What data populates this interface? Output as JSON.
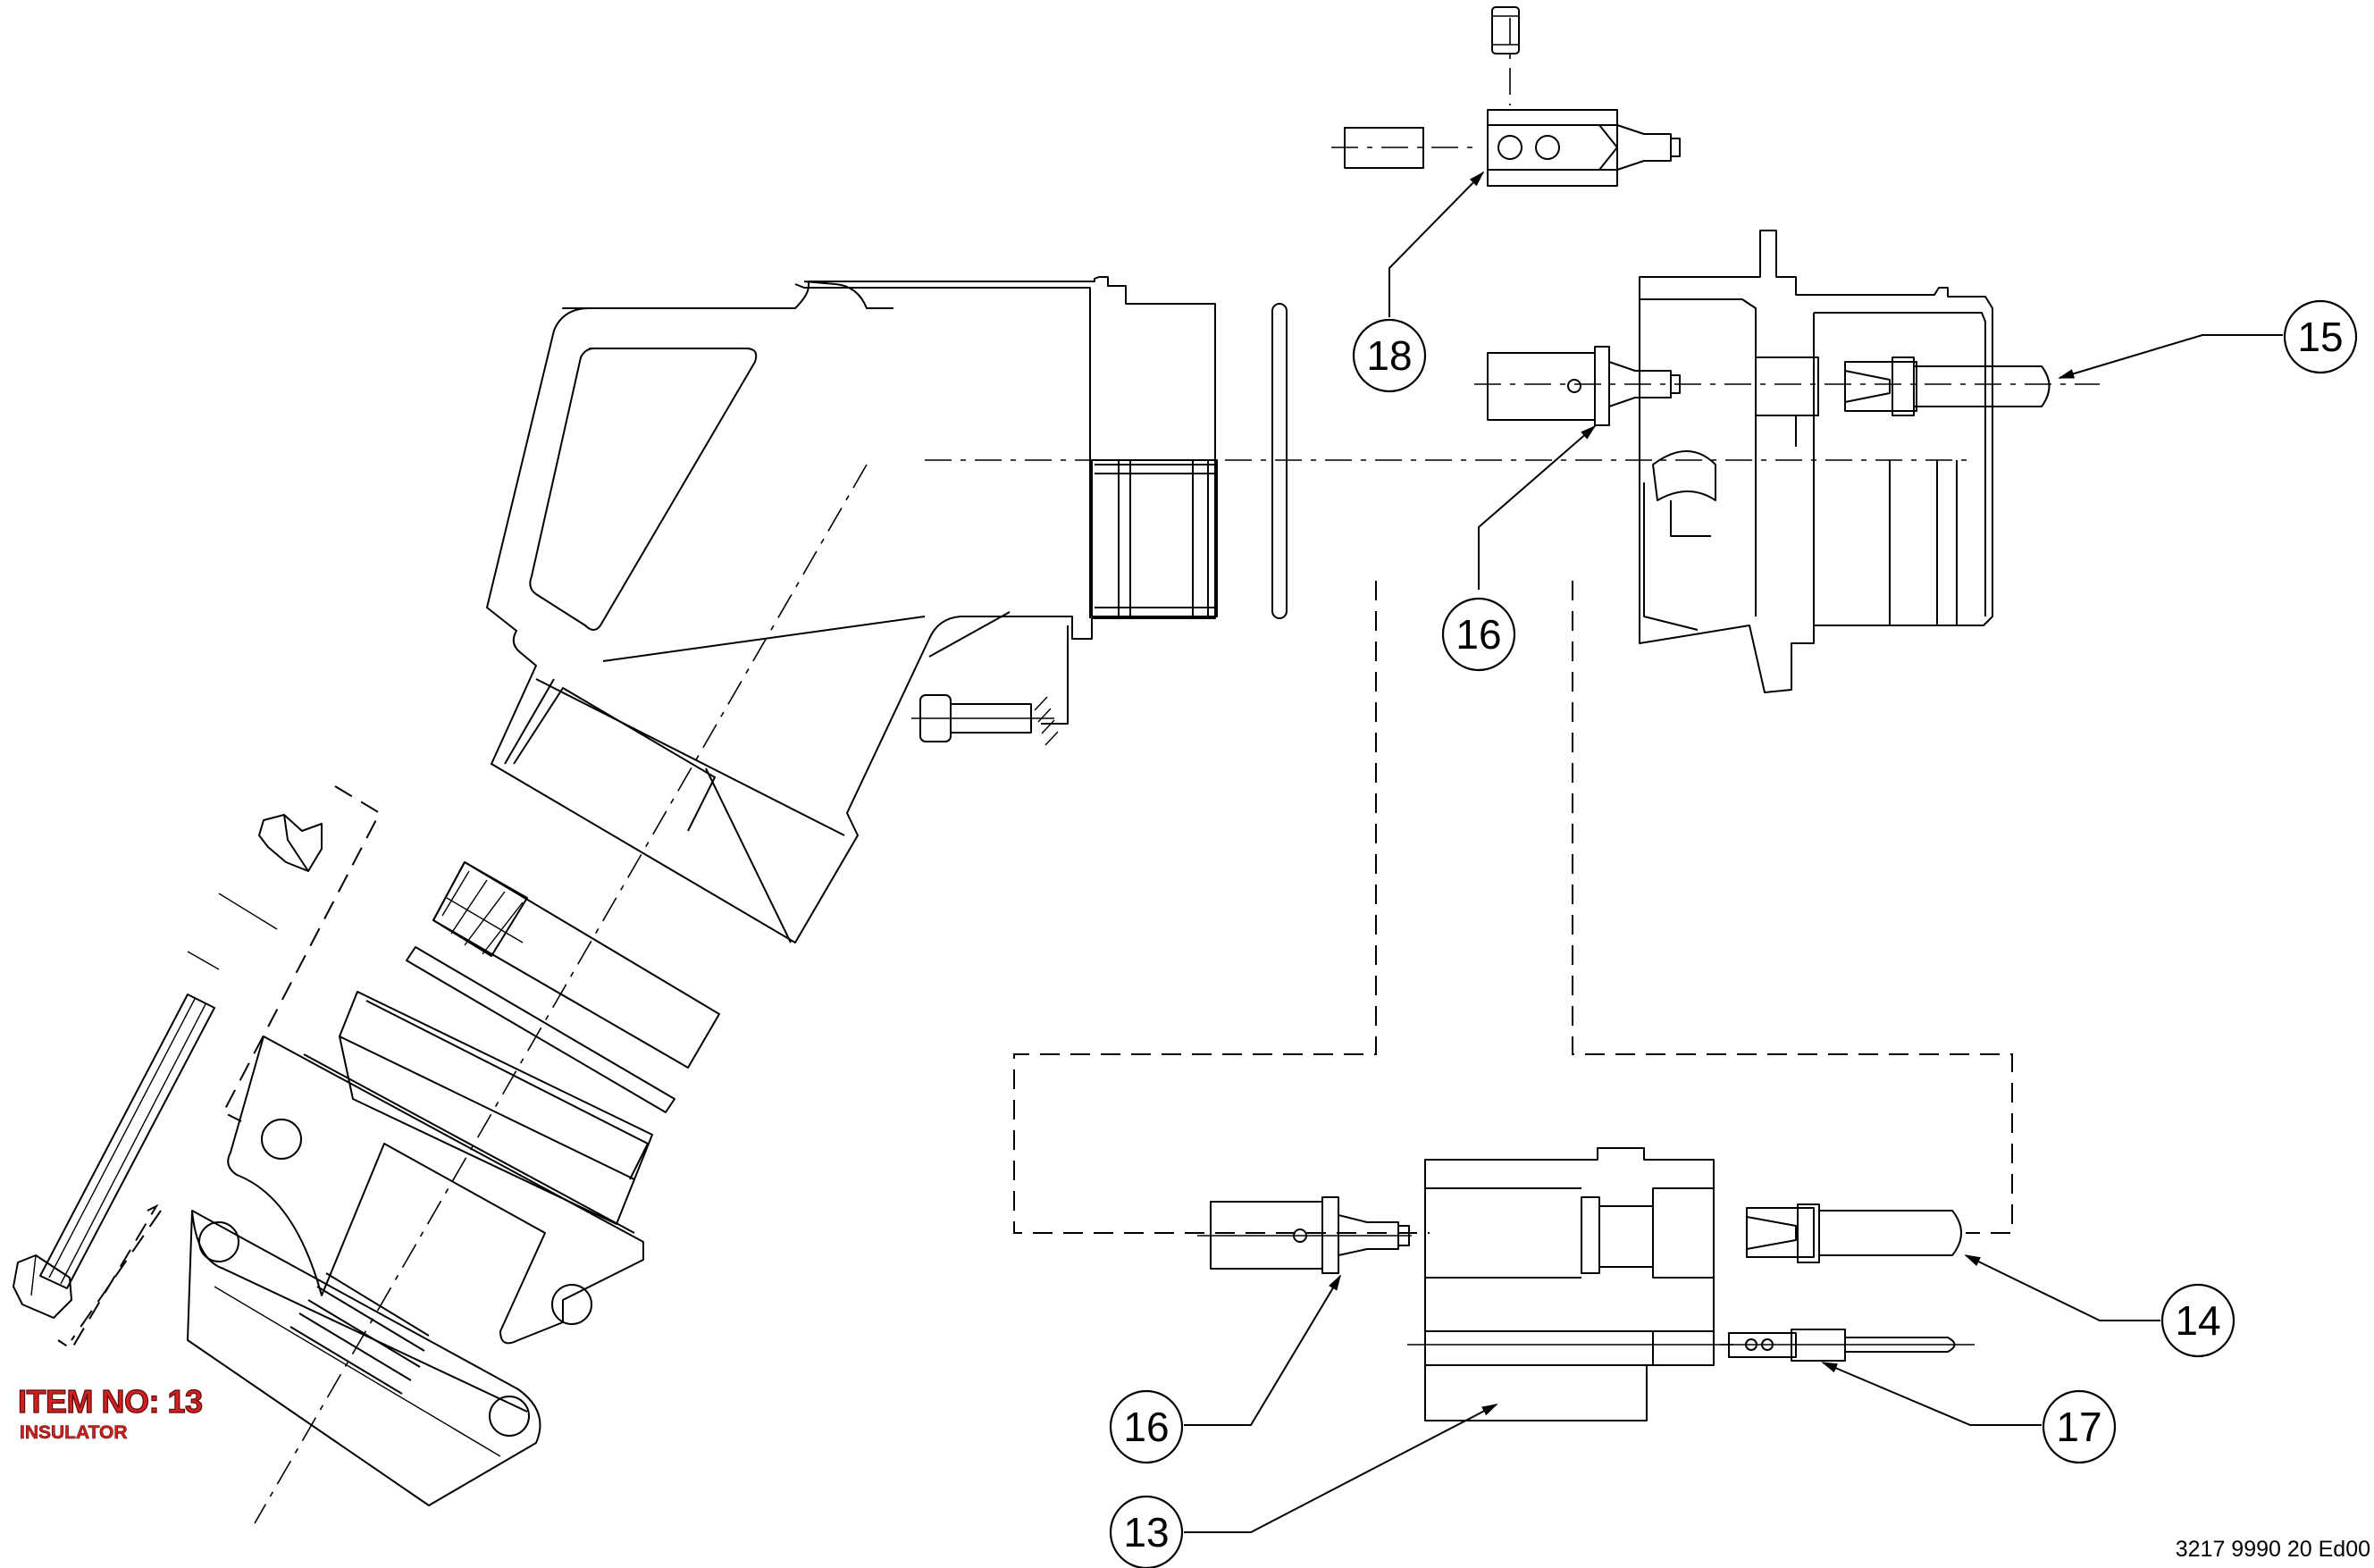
{
  "item_label": {
    "title": "ITEM NO: 13",
    "subtitle": "INSULATOR",
    "accent_color": "#d01f1f"
  },
  "document_number": "3217 9990 20 Ed00",
  "callouts": [
    {
      "id": "callout-18",
      "label": "18"
    },
    {
      "id": "callout-15",
      "label": "15"
    },
    {
      "id": "callout-16-top",
      "label": "16"
    },
    {
      "id": "callout-14",
      "label": "14"
    },
    {
      "id": "callout-16-bottom",
      "label": "16"
    },
    {
      "id": "callout-17",
      "label": "17"
    },
    {
      "id": "callout-13",
      "label": "13"
    }
  ]
}
